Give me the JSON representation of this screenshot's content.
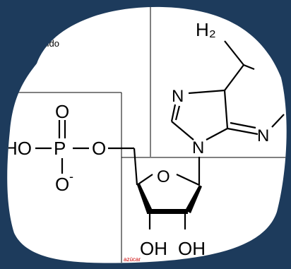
{
  "colors": {
    "background": "#1d3b5c",
    "paper": "#ffffff",
    "lines": "#000000",
    "sugar_label": "#cc0000"
  },
  "labels": {
    "nucleotide_fragment": "tido",
    "sugar": "azúcar",
    "amine_fragment": "H₂"
  },
  "atoms": {
    "phosphorus": "P",
    "oxygen_top": "O",
    "oxygen_bottom": "O",
    "charge": "-",
    "hydroxyl_left": "HO",
    "oxygen_bridge": "O",
    "ring_oxygen": "O",
    "n7": "N",
    "n9": "N",
    "n3": "N",
    "oh_left": "OH",
    "oh_right": "OH"
  }
}
